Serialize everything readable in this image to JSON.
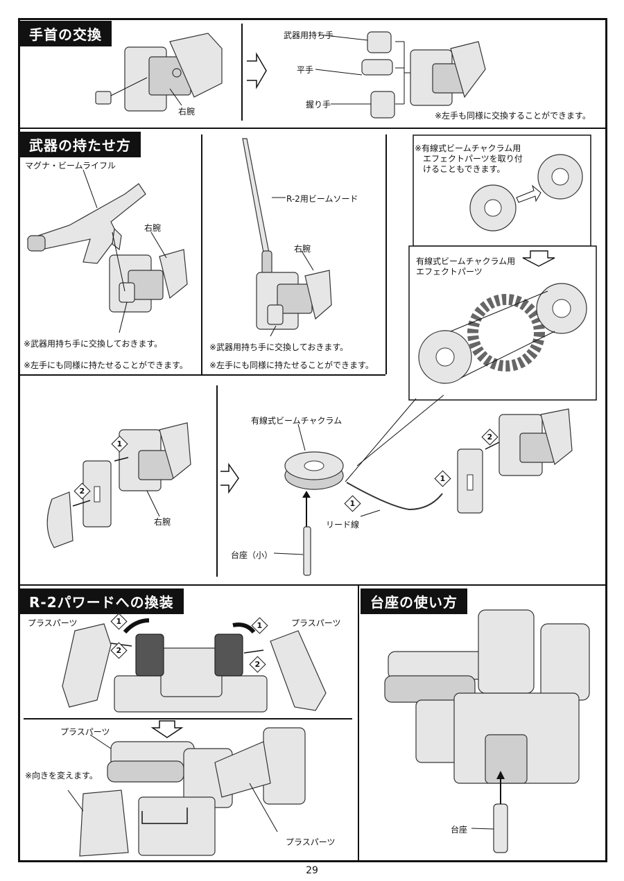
{
  "page_number": "29",
  "sections": {
    "wrist": {
      "title": "手首の交換",
      "right_arm": "右腕",
      "weapon_hand": "武器用持ち手",
      "flat_hand": "平手",
      "grip_hand": "握り手",
      "note": "※左手も同様に交換することができます。"
    },
    "weapons": {
      "title": "武器の持たせ方",
      "rifle": "マグナ・ビームライフル",
      "right_arm_a": "右腕",
      "note1_a": "※武器用持ち手に交換しておきます。",
      "note2_a": "※左手にも同様に持たせることができます。",
      "sword": "R-2用ビームソード",
      "right_arm_b": "右腕",
      "note1_b": "※武器用持ち手に交換しておきます。",
      "note2_b": "※左手にも同様に持たせることができます。",
      "effect_note_line1": "※有線式ビームチャクラム用",
      "effect_note_line2": "エフェクトパーツを取り付",
      "effect_note_line3": "けることもできます。",
      "effect_label_line1": "有線式ビームチャクラム用",
      "effect_label_line2": "エフェクトパーツ",
      "right_arm_c": "右腕",
      "chakram": "有線式ビームチャクラム",
      "lead_wire": "リード線",
      "stand_small": "台座（小）",
      "step1": "1",
      "step2": "2"
    },
    "r2": {
      "title": "R-2パワードへの換装",
      "plus_parts_left": "プラスパーツ",
      "plus_parts_right": "プラスパーツ",
      "plus_parts_mid": "プラスパーツ",
      "note": "※向きを変えます。",
      "plus_parts_bottom": "プラスパーツ"
    },
    "stand": {
      "title": "台座の使い方",
      "stand_label": "台座"
    }
  }
}
